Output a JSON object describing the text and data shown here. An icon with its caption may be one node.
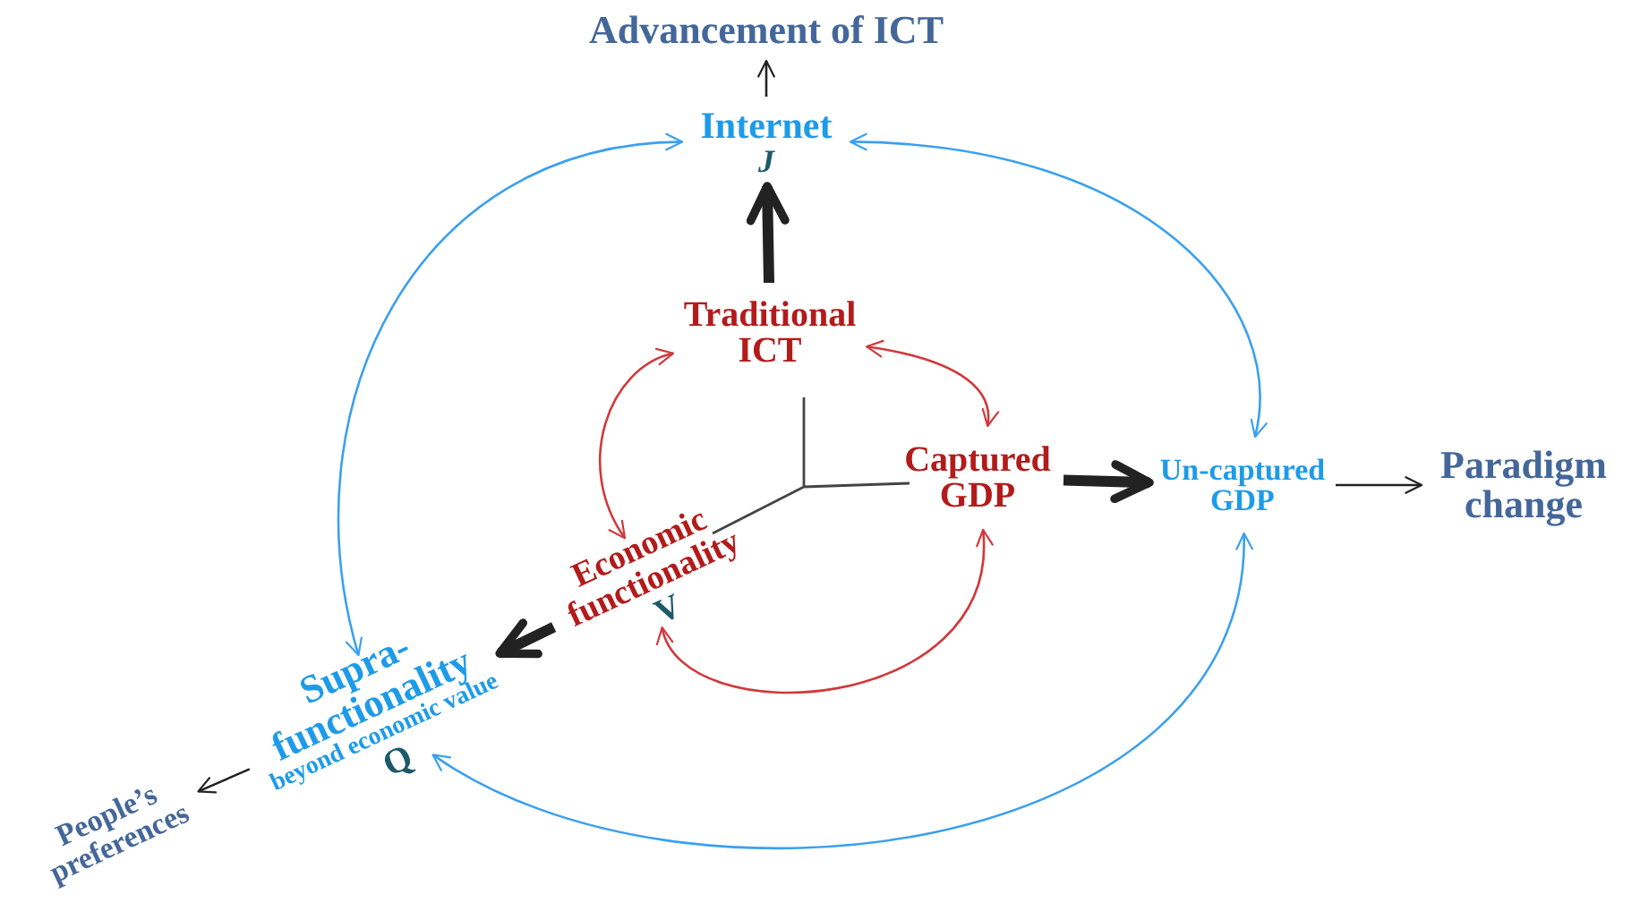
{
  "diagram": {
    "nodes": [
      {
        "text": [
          "Advancement of ICT"
        ]
      },
      {
        "text": [
          "Internet",
          "J"
        ]
      },
      {
        "text": [
          "Traditional ICT"
        ]
      },
      {
        "text": [
          "Captured GDP"
        ]
      },
      {
        "text": [
          "Un-captured GDP"
        ]
      },
      {
        "text": [
          "Paradigm change"
        ]
      },
      {
        "text": [
          "Economic functionality",
          "V"
        ]
      },
      {
        "text": [
          "Supra-functionality",
          "beyond economic value",
          "Q"
        ]
      },
      {
        "text": [
          "People’s preferences"
        ]
      }
    ],
    "edges": [
      {
        "from": 1,
        "to": 0,
        "arrow": "to"
      },
      {
        "from": 2,
        "to": 1,
        "arrow": "to",
        "style": "thick"
      },
      {
        "from": 3,
        "to": 4,
        "arrow": "to",
        "style": "thick"
      },
      {
        "from": 4,
        "to": 5,
        "arrow": "to"
      },
      {
        "from": 6,
        "to": 7,
        "arrow": "to",
        "style": "thick"
      },
      {
        "from": 7,
        "to": 8,
        "arrow": "to"
      },
      {
        "from": 2,
        "to": 6,
        "arrow": "both",
        "color": "#d0393b"
      },
      {
        "from": 2,
        "to": 3,
        "arrow": "both",
        "color": "#d0393b"
      },
      {
        "from": 6,
        "to": 3,
        "arrow": "both",
        "color": "#d0393b"
      },
      {
        "from": 1,
        "to": 7,
        "arrow": "both",
        "color": "#3aa0f0"
      },
      {
        "from": 1,
        "to": 4,
        "arrow": "both",
        "color": "#3aa0f0"
      },
      {
        "from": 7,
        "to": 4,
        "arrow": "both",
        "color": "#3aa0f0"
      }
    ]
  }
}
